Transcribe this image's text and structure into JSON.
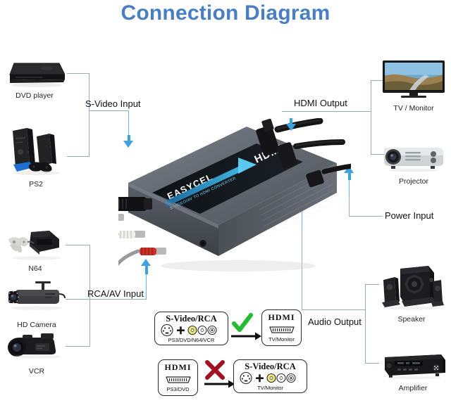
{
  "title": "Connection Diagram",
  "device": {
    "brand": "EASYCEL",
    "port_label": "HDMI",
    "banner": "S-Video/AV to HDMI Converter"
  },
  "flow_labels": {
    "s_video_input": "S-Video Input",
    "rca_av_input": "RCA/AV Input",
    "hdmi_output": "HDMI Output",
    "power_input": "Power Input",
    "audio_output": "Audio Output"
  },
  "sources": [
    {
      "id": "dvd-player",
      "label": "DVD player"
    },
    {
      "id": "ps2",
      "label": "PS2"
    },
    {
      "id": "n64",
      "label": "N64"
    },
    {
      "id": "hd-camera",
      "label": "HD Camera"
    },
    {
      "id": "vcr",
      "label": "VCR"
    }
  ],
  "outputs": [
    {
      "id": "tv-monitor",
      "label": "TV / Monitor"
    },
    {
      "id": "projector",
      "label": "Projector"
    },
    {
      "id": "speaker",
      "label": "Speaker"
    },
    {
      "id": "amplifier",
      "label": "Amplifier"
    }
  ],
  "comparison": {
    "supported": {
      "from_title": "S-Video/RCA",
      "from_sub": "PS3/DVD/N64/VCR",
      "to_title": "HDMI",
      "to_sub": "TV/Monitor",
      "mark": "check",
      "mark_glyph": "✔"
    },
    "unsupported": {
      "from_title": "HDMI",
      "from_sub": "PS3/DVD",
      "to_title": "S-Video/RCA",
      "to_sub": "TV/Monitor",
      "mark": "cross",
      "mark_glyph": "✖"
    }
  },
  "colors": {
    "title": "#4a7ec4",
    "connector_line": "#93b0b3",
    "arrow_blue": "#3fa2e0",
    "check_green": "#22bb33",
    "cross_red": "#a01020",
    "rca_yellow": "#e8dd55",
    "rca_white": "#f2f2ee",
    "rca_red": "#cf2f26",
    "device_body": "#5a5f66"
  }
}
